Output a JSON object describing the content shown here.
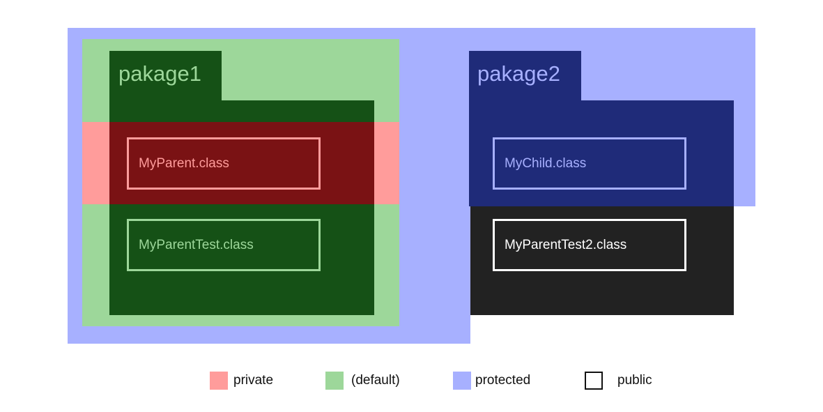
{
  "packages": [
    {
      "name": "pakage1",
      "classes": [
        "MyParent.class",
        "MyParentTest.class"
      ]
    },
    {
      "name": "pakage2",
      "classes": [
        "MyChild.class",
        "MyParentTest2.class"
      ]
    }
  ],
  "legend": [
    {
      "label": "private",
      "color": "#ff9c9b"
    },
    {
      "label": "(default)",
      "color": "#9dd79a"
    },
    {
      "label": "protected",
      "color": "#a7b0ff"
    },
    {
      "label": "public",
      "color": "#ffffff"
    }
  ],
  "colors": {
    "private": "#ff9c9b",
    "default": "#9dd79a",
    "protected": "#a7b0ff",
    "public": "#ffffff",
    "package1_folder": "#155116",
    "package1_private_folder": "#7a1214",
    "package2_folder": "#1f2b79",
    "package2_public_area": "#222222"
  }
}
